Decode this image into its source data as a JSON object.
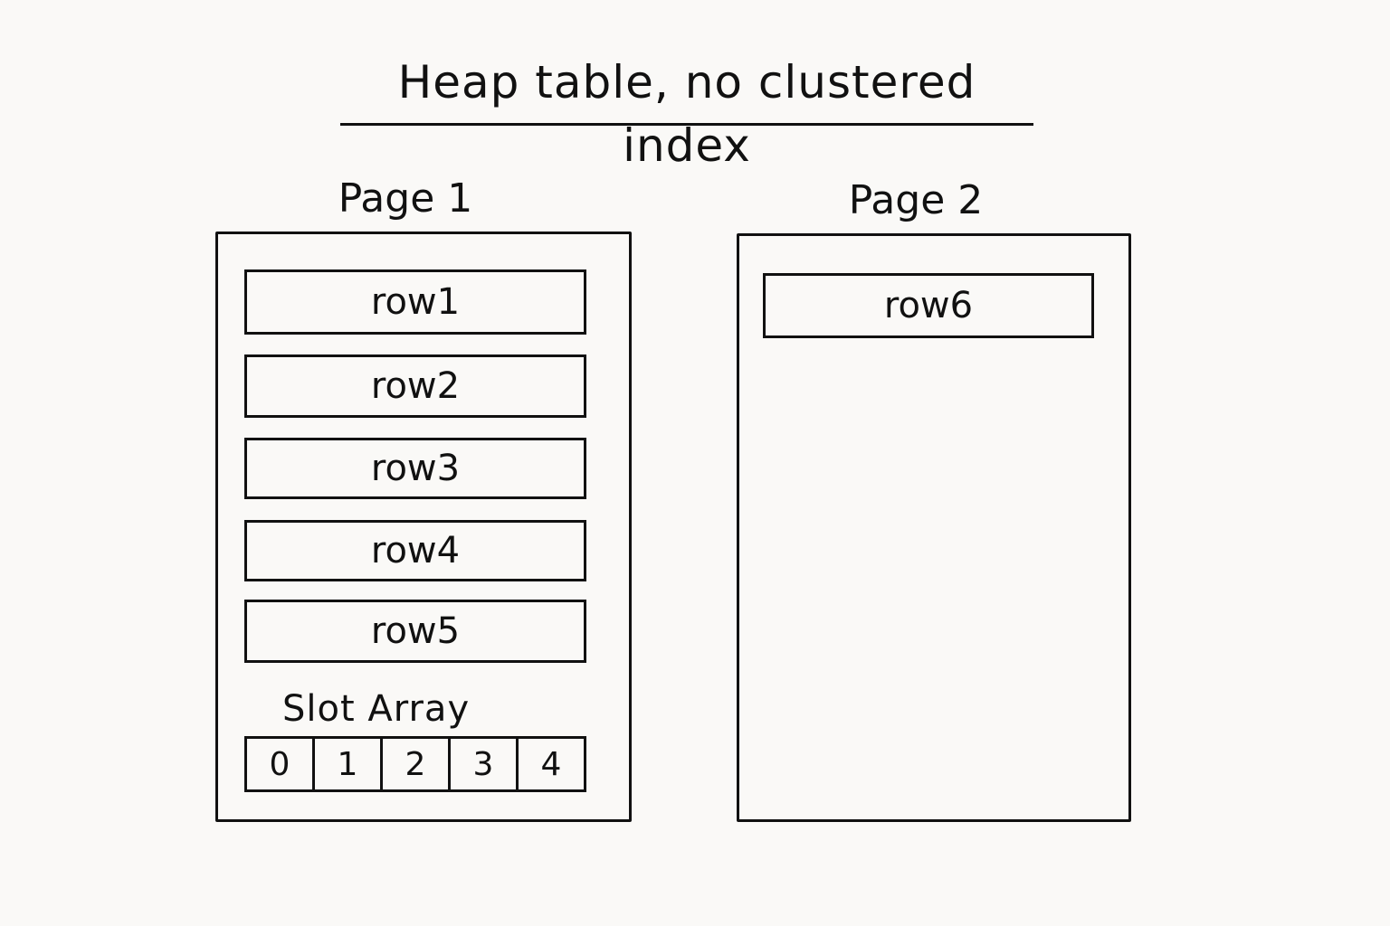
{
  "title": "Heap table, no clustered index",
  "pages": [
    {
      "label": "Page 1",
      "rows": [
        "row1",
        "row2",
        "row3",
        "row4",
        "row5"
      ],
      "slot_array": {
        "label": "Slot Array",
        "slots": [
          "0",
          "1",
          "2",
          "3",
          "4"
        ]
      }
    },
    {
      "label": "Page 2",
      "rows": [
        "row6"
      ]
    }
  ]
}
